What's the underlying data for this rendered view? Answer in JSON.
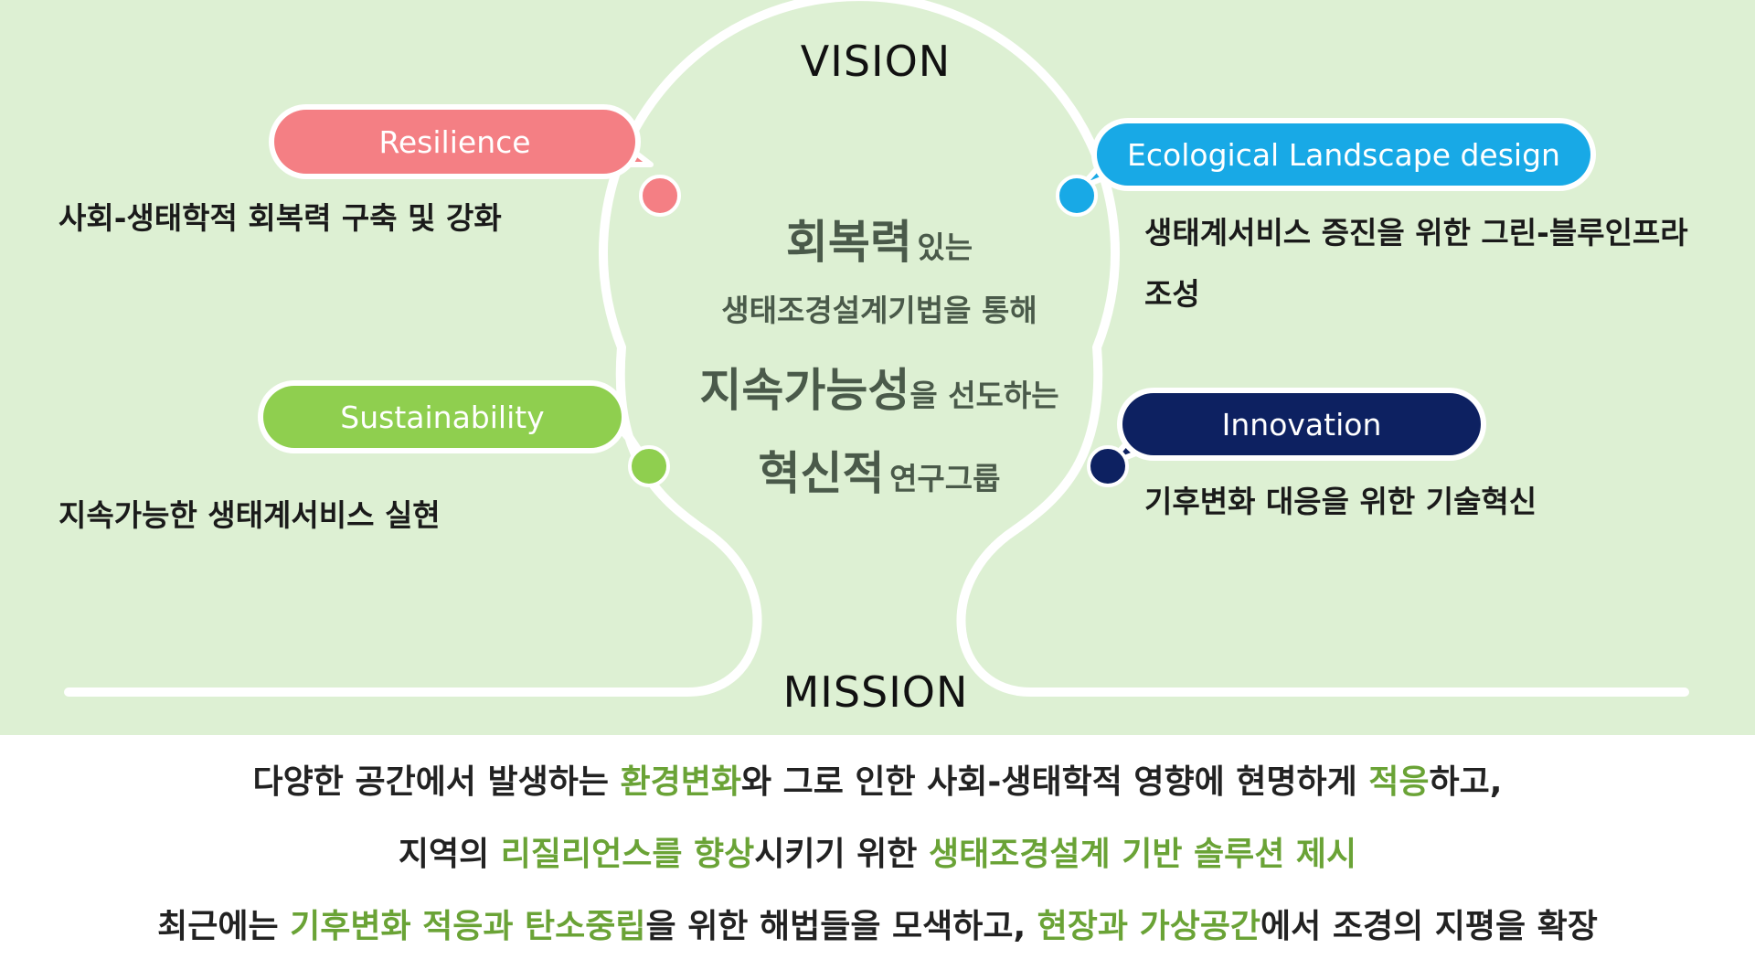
{
  "vision": {
    "title": "VISION",
    "center": {
      "l1_big": "회복력",
      "l1_small": "있는",
      "l2": "생태조경설계기법을 통해",
      "l3_big": "지속가능성",
      "l3_small": "을 선도하는",
      "l4_big": "혁신적",
      "l4_small": "연구그룹"
    }
  },
  "keywords": [
    {
      "label": "Resilience",
      "desc": "사회-생태학적 회복력 구축 및 강화",
      "color": "#f47f84"
    },
    {
      "label": "Sustainability",
      "desc": "지속가능한 생태계서비스 실현",
      "color": "#8fcf4f"
    },
    {
      "label": "Ecological Landscape design",
      "desc_l1": "생태계서비스 증진을 위한 그린-블루인프라",
      "desc_l2": "조성",
      "color": "#18a9e6"
    },
    {
      "label": "Innovation",
      "desc": "기후변화 대응을 위한 기술혁신",
      "color": "#0d2161"
    }
  ],
  "mission": {
    "title": "MISSION",
    "highlight_color": "#6aa336",
    "line1": {
      "a": "다양한 공간에서 발생하는 ",
      "h1": "환경변화",
      "b": "와 그로 인한 사회-생태학적 영향에 현명하게 ",
      "h2": "적응",
      "c": "하고,"
    },
    "line2": {
      "a": "지역의 ",
      "h1": "리질리언스를 향상",
      "b": "시키기 위한 ",
      "h2": "생태조경설계 기반 솔루션 제시"
    },
    "line3": {
      "a": "최근에는 ",
      "h1": "기후변화 적응과 탄소중립",
      "b": "을 위한 해법들을 모색하고, ",
      "h2": "현장과 가상공간",
      "c": "에서 조경의 지평을 확장"
    }
  }
}
